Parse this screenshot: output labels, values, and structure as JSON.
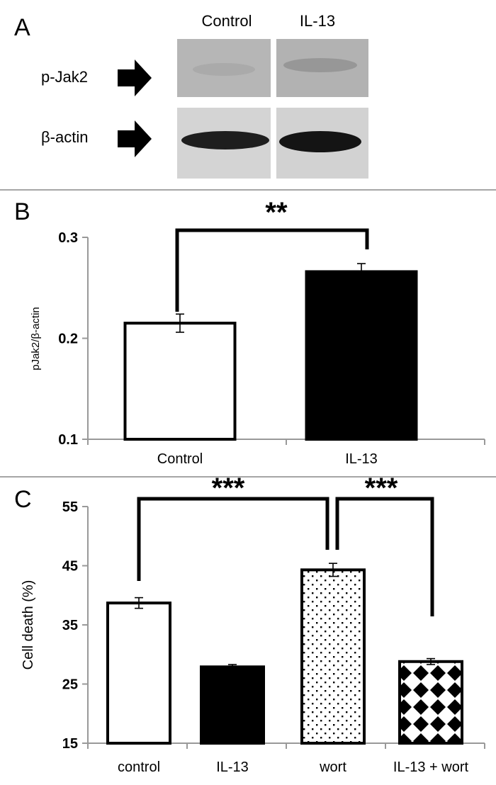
{
  "panel_a": {
    "label": "A",
    "column_labels": [
      "Control",
      "IL-13"
    ],
    "row_labels": [
      "p-Jak2",
      "β-actin"
    ]
  },
  "panel_b": {
    "label": "B",
    "significance": "**"
  },
  "panel_c": {
    "label": "C",
    "significance": [
      "***",
      "***"
    ]
  },
  "chart_data": [
    {
      "type": "bar",
      "title": "",
      "xlabel": "",
      "ylabel": "pJak2/β-actin",
      "ylim": [
        0.1,
        0.3
      ],
      "yticks": [
        "0.1",
        "0.2",
        "0.3"
      ],
      "categories": [
        "Control",
        "IL-13"
      ],
      "values": [
        0.215,
        0.266
      ],
      "errors": [
        0.009,
        0.008
      ],
      "fills": [
        "white",
        "black"
      ],
      "grid": false,
      "annotations": [
        {
          "between": [
            "Control",
            "IL-13"
          ],
          "text": "**"
        }
      ]
    },
    {
      "type": "bar",
      "title": "",
      "xlabel": "",
      "ylabel": "Cell death (%)",
      "ylim": [
        15,
        55
      ],
      "yticks": [
        "15",
        "25",
        "35",
        "45",
        "55"
      ],
      "categories": [
        "control",
        "IL-13",
        "wort",
        "IL-13 + wort"
      ],
      "values": [
        38.7,
        27.9,
        44.3,
        28.8
      ],
      "errors": [
        0.9,
        0.4,
        1.1,
        0.5
      ],
      "fills": [
        "white",
        "black",
        "dotted",
        "diamond-pattern"
      ],
      "grid": false,
      "annotations": [
        {
          "between": [
            "control",
            "wort"
          ],
          "text": "***"
        },
        {
          "between": [
            "wort",
            "IL-13 + wort"
          ],
          "text": "***"
        }
      ]
    }
  ]
}
